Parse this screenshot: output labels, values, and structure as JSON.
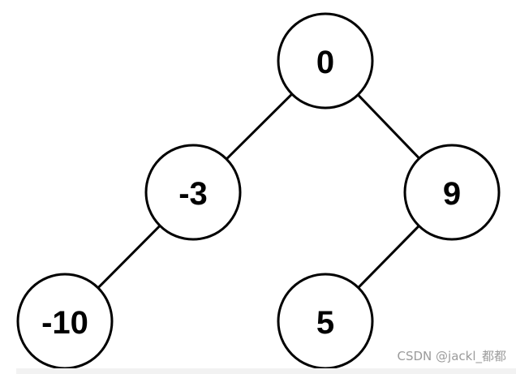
{
  "tree": {
    "nodes": [
      {
        "id": "n0",
        "label": "0",
        "level": 0,
        "parent": null
      },
      {
        "id": "n1",
        "label": "-3",
        "level": 1,
        "parent": "n0",
        "side": "left"
      },
      {
        "id": "n2",
        "label": "9",
        "level": 1,
        "parent": "n0",
        "side": "right"
      },
      {
        "id": "n3",
        "label": "-10",
        "level": 2,
        "parent": "n1",
        "side": "left"
      },
      {
        "id": "n4",
        "label": "5",
        "level": 2,
        "parent": "n2",
        "side": "left"
      }
    ],
    "edges": [
      {
        "from": "n0",
        "to": "n1"
      },
      {
        "from": "n0",
        "to": "n2"
      },
      {
        "from": "n1",
        "to": "n3"
      },
      {
        "from": "n2",
        "to": "n4"
      }
    ]
  },
  "watermark": {
    "text": "CSDN @jackl_都都"
  }
}
